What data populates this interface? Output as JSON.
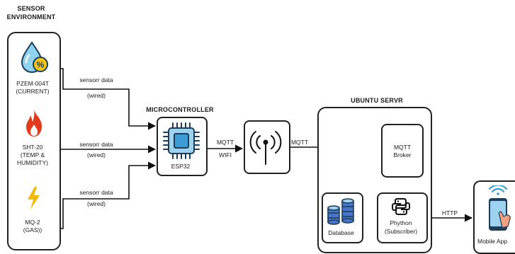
{
  "sensor_env": {
    "title": "SENSOR ENVIRONMENT",
    "sensors": [
      {
        "name": "PZEM-004T",
        "sub": "(CURRENT)",
        "icon": "water-current-icon"
      },
      {
        "name": "SHT-20",
        "sub": "(TEMP & HUMIDITY)",
        "icon": "flame-icon"
      },
      {
        "name": "MQ-2",
        "sub": "(GAS))",
        "icon": "lightning-icon"
      }
    ]
  },
  "links": [
    {
      "label": "sensorr data",
      "sub": "(wired)"
    },
    {
      "label": "sensorr data",
      "sub": "(wired)"
    },
    {
      "label": "sensorr data",
      "sub": "(wired)"
    }
  ],
  "microcontroller": {
    "title": "MICROCONTROLLER",
    "device": "ESP32",
    "icon": "chip-icon"
  },
  "mqtt_wifi": {
    "protocol": "MQTT",
    "medium": "WIFI"
  },
  "router": {
    "icon": "antenna-icon"
  },
  "mqtt_link": {
    "label": "MQTT"
  },
  "server": {
    "title": "UBUNTU SERVR",
    "broker": {
      "name": "MQTT",
      "sub": "Broker"
    },
    "database": {
      "name": "Database",
      "icon": "database-icon"
    },
    "python": {
      "name": "Phython",
      "sub": "(Subscriber)",
      "icon": "python-icon"
    }
  },
  "http_link": {
    "label": "HTTP"
  },
  "mobile": {
    "name": "Mobile App",
    "icon": "phone-icon"
  },
  "colors": {
    "water": "#3a8fd0",
    "flame": "#e23a1e",
    "bolt": "#f3b800",
    "db": "#4a74c9",
    "chip": "#3d9bd6"
  }
}
